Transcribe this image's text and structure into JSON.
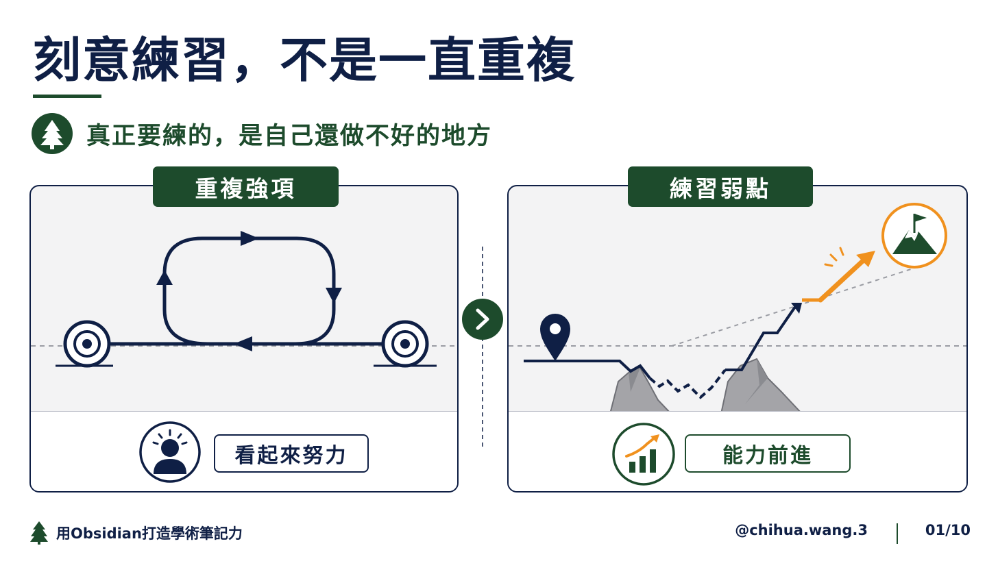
{
  "header": {
    "title": "刻意練習，不是一直重複",
    "subtitle": "真正要練的，是自己還做不好的地方",
    "subtitle_icon": "pine-tree-icon"
  },
  "panels": {
    "left": {
      "tab_label": "重複強項",
      "result_label": "看起來努力",
      "result_icon": "stressed-person-icon",
      "diagram_icons": [
        "target-icon",
        "loop-arrow-icon",
        "target-icon"
      ]
    },
    "right": {
      "tab_label": "練習弱點",
      "result_label": "能力前進",
      "result_icon": "growth-chart-icon",
      "diagram_icons": [
        "location-pin-icon",
        "rocks-icon",
        "trend-arrow-icon",
        "mountain-flag-icon"
      ]
    }
  },
  "center_icon": "chevron-right-icon",
  "footer": {
    "brand": "用Obsidian打造學術筆記力",
    "brand_icon": "pine-tree-icon",
    "handle": "@chihua.wang.3",
    "page": "01/10"
  },
  "colors": {
    "navy": "#0f1f45",
    "forest_green": "#1d4b2c",
    "orange": "#f0911e",
    "panel_bg": "#f3f3f4",
    "rock_gray": "#a4a4a8"
  }
}
